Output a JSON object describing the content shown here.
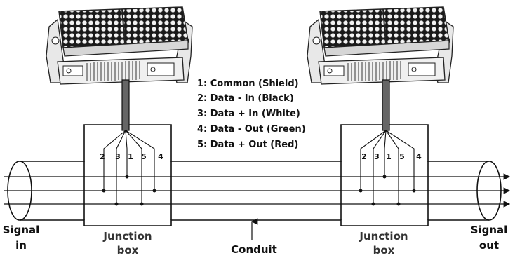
{
  "legend": [
    "1: Common (Shield)",
    "2: Data - In (Black)",
    "3: Data + In (White)",
    "4: Data - Out (Green)",
    "5: Data + Out (Red)"
  ],
  "pin_labels": [
    "2",
    "3",
    "1",
    "5",
    "4"
  ],
  "labels": {
    "signal_in_1": "Signal",
    "signal_in_2": "in",
    "signal_out_1": "Signal",
    "signal_out_2": "out",
    "junction_1": "Junction",
    "junction_2": "box",
    "conduit": "Conduit"
  }
}
